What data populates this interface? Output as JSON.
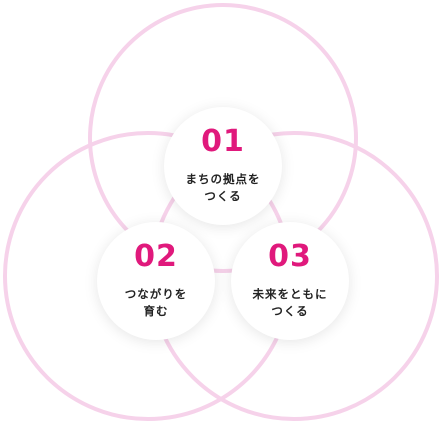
{
  "colors": {
    "accent": "#e0197c",
    "ring": "#f6d2ea",
    "text": "#222222"
  },
  "badges": [
    {
      "number": "01",
      "line1": "まちの拠点を",
      "line2": "つくる"
    },
    {
      "number": "02",
      "line1": "つながりを",
      "line2": "育む"
    },
    {
      "number": "03",
      "line1": "未来をともに",
      "line2": "つくる"
    }
  ]
}
